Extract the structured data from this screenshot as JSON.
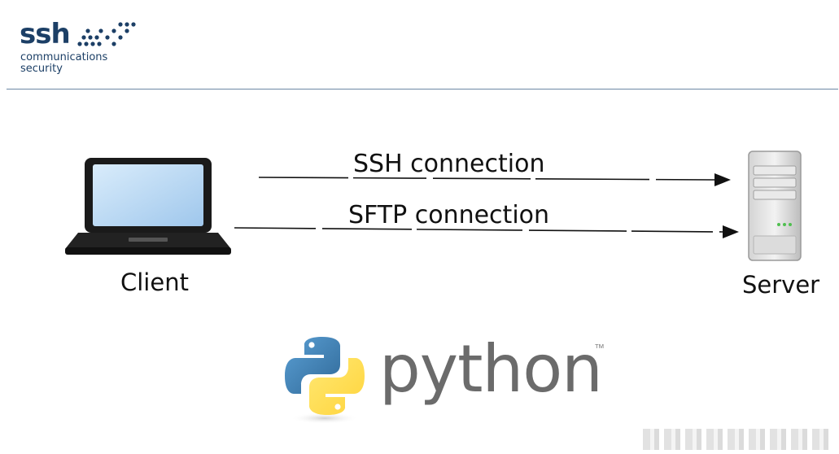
{
  "logo": {
    "brand": "ssh",
    "line1": "communications",
    "line2": "security"
  },
  "diagram": {
    "client_label": "Client",
    "server_label": "Server",
    "connections": [
      {
        "label": "SSH connection"
      },
      {
        "label": "SFTP connection"
      }
    ]
  },
  "python_logo": {
    "wordmark": "python",
    "trademark": "™"
  },
  "colors": {
    "brand_navy": "#1c3f66",
    "rule": "#6d87a4",
    "python_blue": "#3a72a6",
    "python_yellow": "#f7cf3f",
    "wordmark_gray": "#6b6b6b"
  }
}
